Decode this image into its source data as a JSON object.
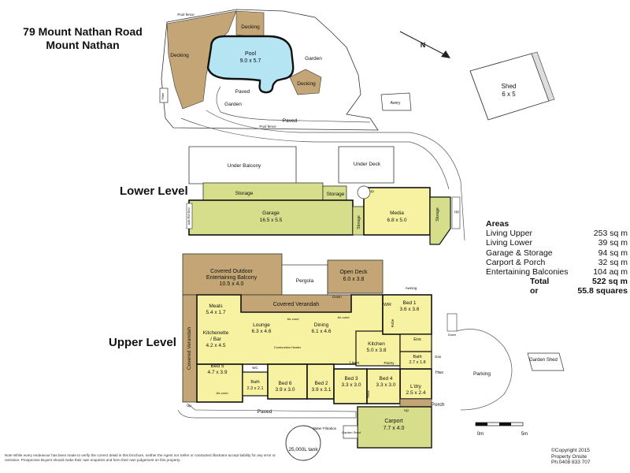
{
  "address": {
    "line1": "79 Mount Nathan Road",
    "line2": "Mount Nathan"
  },
  "levels": {
    "lower": "Lower Level",
    "upper": "Upper Level"
  },
  "site": {
    "pool_label": "Pool",
    "pool_dims": "9.0 x 5.7",
    "decking": "Decking",
    "garden": "Garden",
    "paved": "Paved",
    "pool_fence": "Pool fence",
    "filter": "Filter",
    "aviary": "Avery",
    "shed_label": "Shed",
    "shed_dims": "6 x 5",
    "north": "N"
  },
  "lower_rooms": {
    "under_balcony": "Under Balcony",
    "under_deck": "Under Deck",
    "storage": "Storage",
    "garage_label": "Garage",
    "garage_dims": "16.5 x 5.5",
    "media_label": "Media",
    "media_dims": "6.8 x 5.0",
    "auto_door": "Auto Roll Door",
    "up": "Up"
  },
  "upper_rooms": {
    "covered_outdoor": "Covered Outdoor",
    "entertaining_balcony": "Entertaining Balcony",
    "balcony_dims": "10.5 x 4.0",
    "pergola": "Pergola",
    "open_deck": "Open Deck",
    "open_deck_dims": "6.0 x 3.8",
    "awning": "Awning",
    "covered_verandah": "Covered Verandah",
    "meals": "Meals",
    "meals_dims": "5.4 x 1.7",
    "kitchenette": "Kitchenette",
    "bar": "/ Bar",
    "kitchenette_dims": "4.2 x 4.5",
    "lounge": "Lounge",
    "lounge_dims": "6.3 x 4.6",
    "dining": "Dining",
    "dining_dims": "6.1 x 4.6",
    "kitchen": "Kitchen",
    "kitchen_dims": "5.0 x 3.8",
    "bed1": "Bed 1",
    "bed1_dims": "3.6 x 3.6",
    "bed2": "Bed 2",
    "bed2_dims": "3.9 x 3.1",
    "bed3": "Bed 3",
    "bed3_dims": "3.3 x 3.0",
    "bed4": "Bed 4",
    "bed4_dims": "3.3 x 3.0",
    "bed5": "Bed 5",
    "bed5_dims": "4.7 x 3.9",
    "bed6": "Bed 6",
    "bed6_dims": "3.9 x 3.0",
    "bath": "Bath",
    "bath_dims": "2.3 x 2.1",
    "bath2": "Bath",
    "bath2_dims": "2.7 x 1.8",
    "ens": "Ens",
    "ldry": "L'dry",
    "ldry_dims": "2.5 x 2.4",
    "robe": "Robe",
    "wir": "WIR",
    "linen": "Linen",
    "pantry": "Pantry",
    "combustion_heater": "Combustion Heater",
    "air_cond": "Air-cond",
    "down": "Down",
    "up": "Up",
    "wc": "WC",
    "porch": "Porch",
    "carport": "Carport",
    "carport_dims": "7.7 x 4.0",
    "paved": "Paved",
    "water_filtration": "Water Filtration",
    "garden_shed_small": "Garden Shed",
    "tank": "25,000L tank",
    "parking": "Parking",
    "garden_shed": "Garden Shed",
    "gas": "Gas",
    "hws": "Hws"
  },
  "areas": {
    "title": "Areas",
    "rows": [
      {
        "label": "Living Upper",
        "value": "253 sq m"
      },
      {
        "label": "Living Lower",
        "value": "39 sq m"
      },
      {
        "label": "Garage & Storage",
        "value": "94 sq m"
      },
      {
        "label": "Carport & Porch",
        "value": "32 sq m"
      },
      {
        "label": "Entertaining Balconies",
        "value": "104 aq m"
      }
    ],
    "total_label": "Total",
    "total_value": "522 sq m",
    "or_label": "or",
    "squares_value": "55.8 squares"
  },
  "scale": {
    "zero": "0m",
    "five": "5m"
  },
  "note": "Note    While every endeavour has been made to verify the correct detail in this brochure, neither the Agent nor Seller or contracted illustrator accept liability for any error or omission. Prospective Buyers should make their own enquiries and form their own judgement on this property.",
  "copyright": {
    "line1": "©Copyright 2015",
    "line2": "Property Onsite",
    "line3": "Ph:0408 833 707"
  },
  "colors": {
    "room_fill": "#f7f2a2",
    "garage_fill": "#d6de8c",
    "tan": "#c4a676",
    "pool": "#b5e4f2",
    "wall": "#111111"
  }
}
